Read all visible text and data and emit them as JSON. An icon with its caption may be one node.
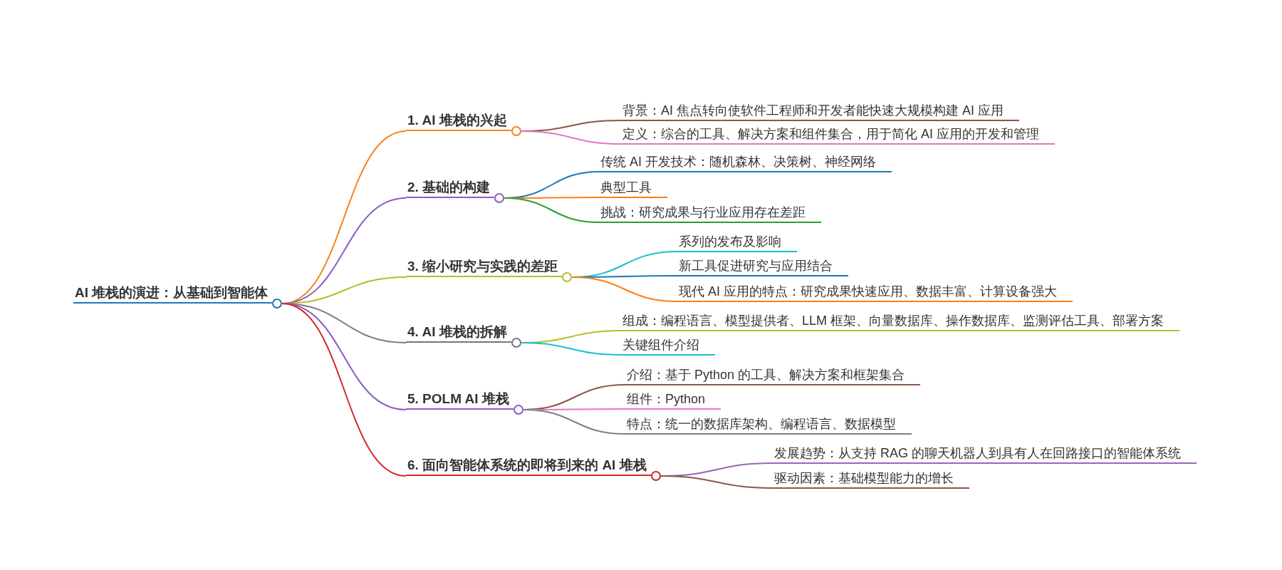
{
  "diagram": {
    "nodes": [
      {
        "text": [
          "AI 堆栈的演进：从基础到智能体"
        ]
      },
      {
        "text": [
          "1. AI 堆栈的兴起"
        ]
      },
      {
        "text": [
          "背景：AI 焦点转向使软件工程师和开发者能快速大规模构建 AI 应用"
        ]
      },
      {
        "text": [
          "定义：综合的工具、解决方案和组件集合，用于简化 AI 应用的开发和管理"
        ]
      },
      {
        "text": [
          "2. 基础的构建"
        ]
      },
      {
        "text": [
          "传统 AI 开发技术：随机森林、决策树、神经网络"
        ]
      },
      {
        "text": [
          "典型工具"
        ]
      },
      {
        "text": [
          "挑战：研究成果与行业应用存在差距"
        ]
      },
      {
        "text": [
          "3. 缩小研究与实践的差距"
        ]
      },
      {
        "text": [
          "系列的发布及影响"
        ]
      },
      {
        "text": [
          "新工具促进研究与应用结合"
        ]
      },
      {
        "text": [
          "现代 AI 应用的特点：研究成果快速应用、数据丰富、计算设备强大"
        ]
      },
      {
        "text": [
          "4. AI 堆栈的拆解"
        ]
      },
      {
        "text": [
          "组成：编程语言、模型提供者、LLM 框架、向量数据库、操作数据库、监测评估工具、部署方案"
        ]
      },
      {
        "text": [
          "关键组件介绍"
        ]
      },
      {
        "text": [
          "5. POLM AI 堆栈"
        ]
      },
      {
        "text": [
          "介绍：基于 Python 的工具、解决方案和框架集合"
        ]
      },
      {
        "text": [
          "组件：Python"
        ]
      },
      {
        "text": [
          "特点：统一的数据库架构、编程语言、数据模型"
        ]
      },
      {
        "text": [
          "6. 面向智能体系统的即将到来的 AI 堆栈"
        ]
      },
      {
        "text": [
          "发展趋势：从支持 RAG 的聊天机器人到具有人在回路接口的智能体系统"
        ]
      },
      {
        "text": [
          "驱动因素：基础模型能力的增长"
        ]
      }
    ],
    "edges": [
      {
        "from": 0,
        "to": 1,
        "arrow": "none",
        "color": "#f5821f"
      },
      {
        "from": 1,
        "to": 2,
        "arrow": "none",
        "color": "#8c564b"
      },
      {
        "from": 1,
        "to": 3,
        "arrow": "none",
        "color": "#e377c2"
      },
      {
        "from": 0,
        "to": 4,
        "arrow": "none",
        "color": "#8e5cc4"
      },
      {
        "from": 4,
        "to": 5,
        "arrow": "none",
        "color": "#1f77b4"
      },
      {
        "from": 4,
        "to": 6,
        "arrow": "none",
        "color": "#ff7f0e"
      },
      {
        "from": 4,
        "to": 7,
        "arrow": "none",
        "color": "#2ca02c"
      },
      {
        "from": 0,
        "to": 8,
        "arrow": "none",
        "color": "#b5bd2e"
      },
      {
        "from": 8,
        "to": 9,
        "arrow": "none",
        "color": "#17becf"
      },
      {
        "from": 8,
        "to": 10,
        "arrow": "none",
        "color": "#1f77b4"
      },
      {
        "from": 8,
        "to": 11,
        "arrow": "none",
        "color": "#ff7f0e"
      },
      {
        "from": 0,
        "to": 12,
        "arrow": "none",
        "color": "#777777"
      },
      {
        "from": 12,
        "to": 13,
        "arrow": "none",
        "color": "#bcbd22"
      },
      {
        "from": 12,
        "to": 14,
        "arrow": "none",
        "color": "#17becf"
      },
      {
        "from": 0,
        "to": 15,
        "arrow": "none",
        "color": "#8e5cc4"
      },
      {
        "from": 15,
        "to": 16,
        "arrow": "none",
        "color": "#8c564b"
      },
      {
        "from": 15,
        "to": 17,
        "arrow": "none",
        "color": "#e377c2"
      },
      {
        "from": 15,
        "to": 18,
        "arrow": "none",
        "color": "#7f7f7f"
      },
      {
        "from": 0,
        "to": 19,
        "arrow": "none",
        "color": "#d62728"
      },
      {
        "from": 19,
        "to": 20,
        "arrow": "none",
        "color": "#9467bd"
      },
      {
        "from": 19,
        "to": 21,
        "arrow": "none",
        "color": "#8c564b"
      }
    ]
  }
}
